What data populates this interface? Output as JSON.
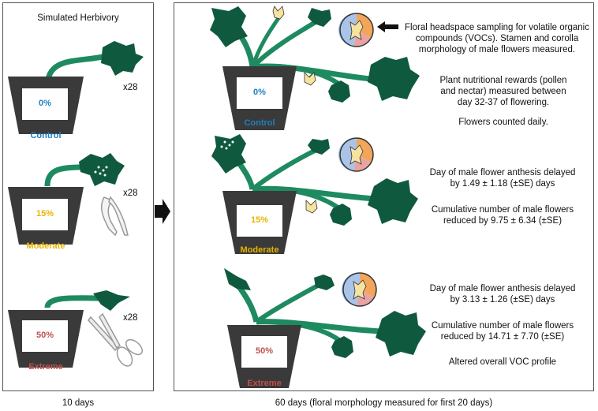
{
  "left_panel": {
    "title": "Simulated Herbivory",
    "footer": "10 days",
    "multiplier": "x28",
    "treatments": [
      {
        "label": "Control",
        "percent": "0%",
        "color": "#1f7fbf"
      },
      {
        "label": "Moderate",
        "percent": "15%",
        "color": "#e8b400"
      },
      {
        "label": "Extreme",
        "percent": "50%",
        "color": "#c0504d"
      }
    ]
  },
  "right_panel": {
    "footer": "60 days (floral morphology measured for first 20 days)",
    "control_notes": {
      "voc": "Floral headspace sampling for volatile organic compounds (VOCs). Stamen and corolla morphology of male flowers measured.",
      "rewards": "Plant nutritional rewards (pollen and nectar) measured between day 32-37 of flowering.",
      "counted": "Flowers counted daily."
    },
    "moderate_notes": {
      "anthesis": "Day of male flower anthesis delayed by 1.49 ± 1.18 (±SE) days",
      "cumulative": "Cumulative number of male flowers reduced by 9.75 ± 6.34 (±SE)"
    },
    "extreme_notes": {
      "anthesis": "Day of male flower anthesis delayed by 3.13 ± 1.26 (±SE) days",
      "cumulative": "Cumulative number of male flowers reduced by 14.71 ± 7.70 (±SE)",
      "voc": "Altered overall VOC profile"
    }
  },
  "colors": {
    "plant": "#1e8a60",
    "leaf": "#0f5a3e",
    "pot": "#3a3a3a",
    "flower": "#f7e3a0",
    "pie_orange": "#f2a65a",
    "pie_blue": "#a9c4e8",
    "pie_pink": "#e9a3a3"
  }
}
